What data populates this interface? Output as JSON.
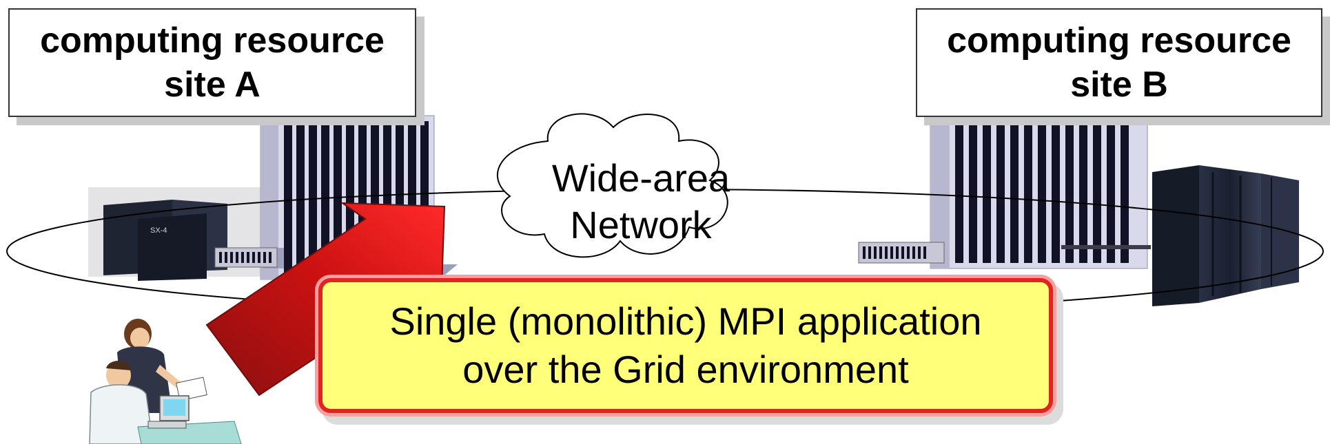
{
  "site_a": {
    "line1": "computing resource",
    "line2": "site A"
  },
  "site_b": {
    "line1": "computing resource",
    "line2": "site B"
  },
  "network": {
    "line1": "Wide-area",
    "line2": "Network"
  },
  "callout": {
    "line1": "Single (monolithic) MPI application",
    "line2": "over the Grid environment"
  },
  "machine_a_badge": "SX-4",
  "colors": {
    "callout_fill": "#ffff7a",
    "callout_border": "#e32222",
    "arrow_red": "#ee1111",
    "arrow_dark": "#8a1010",
    "building_body": "#d9d9ec",
    "building_dark": "#121226",
    "supercomputer": "#1c2233"
  },
  "icons": [
    "building-icon",
    "supercomputer-icon",
    "cloud-icon",
    "arrow-icon",
    "users-icon"
  ]
}
